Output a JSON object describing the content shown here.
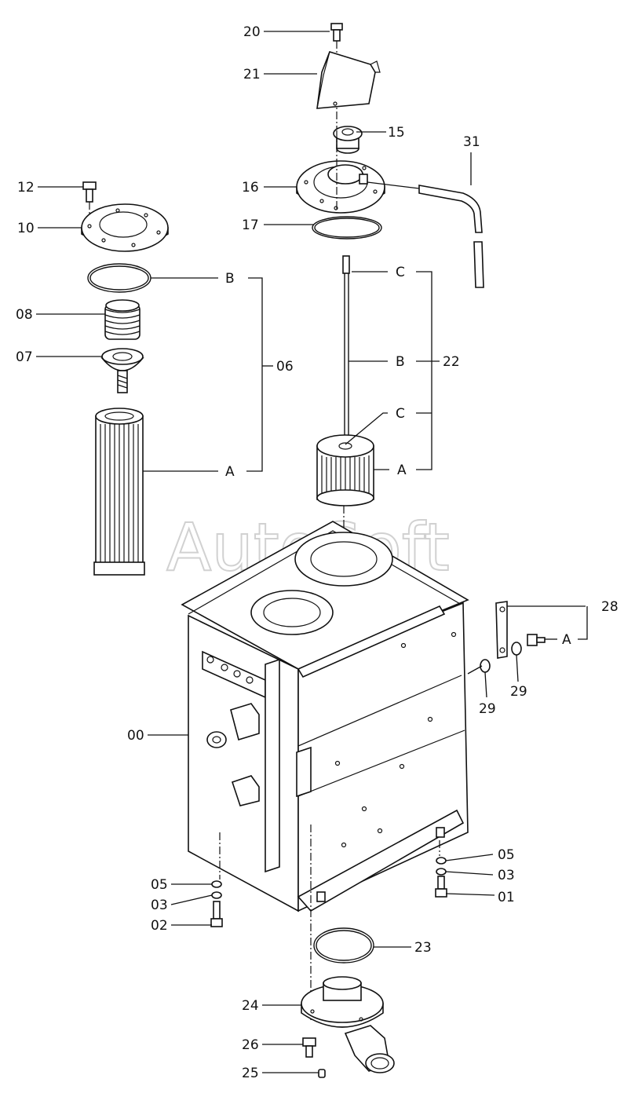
{
  "watermark": "AutoSoft",
  "callouts": {
    "c20": "20",
    "c21": "21",
    "c15": "15",
    "c16": "16",
    "c17": "17",
    "c31": "31",
    "c12": "12",
    "c10": "10",
    "c_b_left": "B",
    "c08": "08",
    "c07": "07",
    "c06": "06",
    "c_a_left": "A",
    "c_c_top": "C",
    "c_b_right": "B",
    "c22": "22",
    "c_c_mid": "C",
    "c_a_right": "A",
    "c28": "28",
    "c_a_28": "A",
    "c29a": "29",
    "c29b": "29",
    "c00": "00",
    "c05_left": "05",
    "c03_left": "03",
    "c02": "02",
    "c05_right": "05",
    "c03_right": "03",
    "c01": "01",
    "c23": "23",
    "c24": "24",
    "c26": "26",
    "c25": "25"
  }
}
